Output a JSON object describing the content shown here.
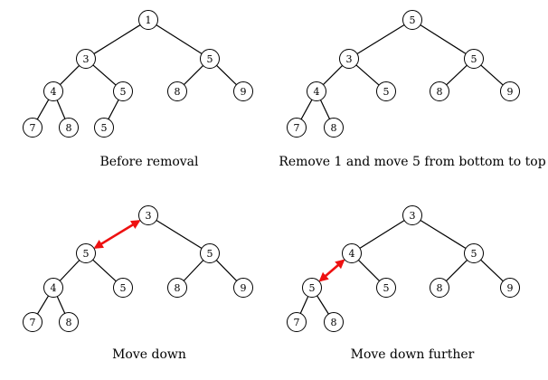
{
  "panels": [
    {
      "caption": "Before removal",
      "nodes": [
        {
          "id": "n1",
          "value": "1"
        },
        {
          "id": "n2",
          "value": "3"
        },
        {
          "id": "n3",
          "value": "5"
        },
        {
          "id": "n4",
          "value": "4"
        },
        {
          "id": "n5",
          "value": "5"
        },
        {
          "id": "n6",
          "value": "8"
        },
        {
          "id": "n7",
          "value": "9"
        },
        {
          "id": "n8",
          "value": "7"
        },
        {
          "id": "n9",
          "value": "8"
        },
        {
          "id": "n10",
          "value": "5"
        }
      ],
      "edges": [
        [
          "n1",
          "n2"
        ],
        [
          "n1",
          "n3"
        ],
        [
          "n2",
          "n4"
        ],
        [
          "n2",
          "n5"
        ],
        [
          "n3",
          "n6"
        ],
        [
          "n3",
          "n7"
        ],
        [
          "n4",
          "n8"
        ],
        [
          "n4",
          "n9"
        ],
        [
          "n5",
          "n10"
        ]
      ],
      "swap": null
    },
    {
      "caption": "Remove 1 and move 5 from bottom to top",
      "nodes": [
        {
          "id": "n1",
          "value": "5"
        },
        {
          "id": "n2",
          "value": "3"
        },
        {
          "id": "n3",
          "value": "5"
        },
        {
          "id": "n4",
          "value": "4"
        },
        {
          "id": "n5",
          "value": "5"
        },
        {
          "id": "n6",
          "value": "8"
        },
        {
          "id": "n7",
          "value": "9"
        },
        {
          "id": "n8",
          "value": "7"
        },
        {
          "id": "n9",
          "value": "8"
        }
      ],
      "edges": [
        [
          "n1",
          "n2"
        ],
        [
          "n1",
          "n3"
        ],
        [
          "n2",
          "n4"
        ],
        [
          "n2",
          "n5"
        ],
        [
          "n3",
          "n6"
        ],
        [
          "n3",
          "n7"
        ],
        [
          "n4",
          "n8"
        ],
        [
          "n4",
          "n9"
        ]
      ],
      "swap": null
    },
    {
      "caption": "Move down",
      "nodes": [
        {
          "id": "n1",
          "value": "3"
        },
        {
          "id": "n2",
          "value": "5"
        },
        {
          "id": "n3",
          "value": "5"
        },
        {
          "id": "n4",
          "value": "4"
        },
        {
          "id": "n5",
          "value": "5"
        },
        {
          "id": "n6",
          "value": "8"
        },
        {
          "id": "n7",
          "value": "9"
        },
        {
          "id": "n8",
          "value": "7"
        },
        {
          "id": "n9",
          "value": "8"
        }
      ],
      "edges": [
        [
          "n2",
          "n4"
        ],
        [
          "n2",
          "n5"
        ],
        [
          "n1",
          "n3"
        ],
        [
          "n3",
          "n6"
        ],
        [
          "n3",
          "n7"
        ],
        [
          "n4",
          "n8"
        ],
        [
          "n4",
          "n9"
        ]
      ],
      "swap": [
        "n1",
        "n2"
      ]
    },
    {
      "caption": "Move down further",
      "nodes": [
        {
          "id": "n1",
          "value": "3"
        },
        {
          "id": "n2",
          "value": "4"
        },
        {
          "id": "n3",
          "value": "5"
        },
        {
          "id": "n4",
          "value": "5"
        },
        {
          "id": "n5",
          "value": "5"
        },
        {
          "id": "n6",
          "value": "8"
        },
        {
          "id": "n7",
          "value": "9"
        },
        {
          "id": "n8",
          "value": "7"
        },
        {
          "id": "n9",
          "value": "8"
        }
      ],
      "edges": [
        [
          "n1",
          "n2"
        ],
        [
          "n1",
          "n3"
        ],
        [
          "n2",
          "n5"
        ],
        [
          "n3",
          "n6"
        ],
        [
          "n3",
          "n7"
        ],
        [
          "n4",
          "n8"
        ],
        [
          "n4",
          "n9"
        ]
      ],
      "swap": [
        "n2",
        "n4"
      ]
    }
  ],
  "colors": {
    "line": "#000000",
    "node_fill": "#ffffff",
    "swap_arrow": "#ee1111"
  }
}
